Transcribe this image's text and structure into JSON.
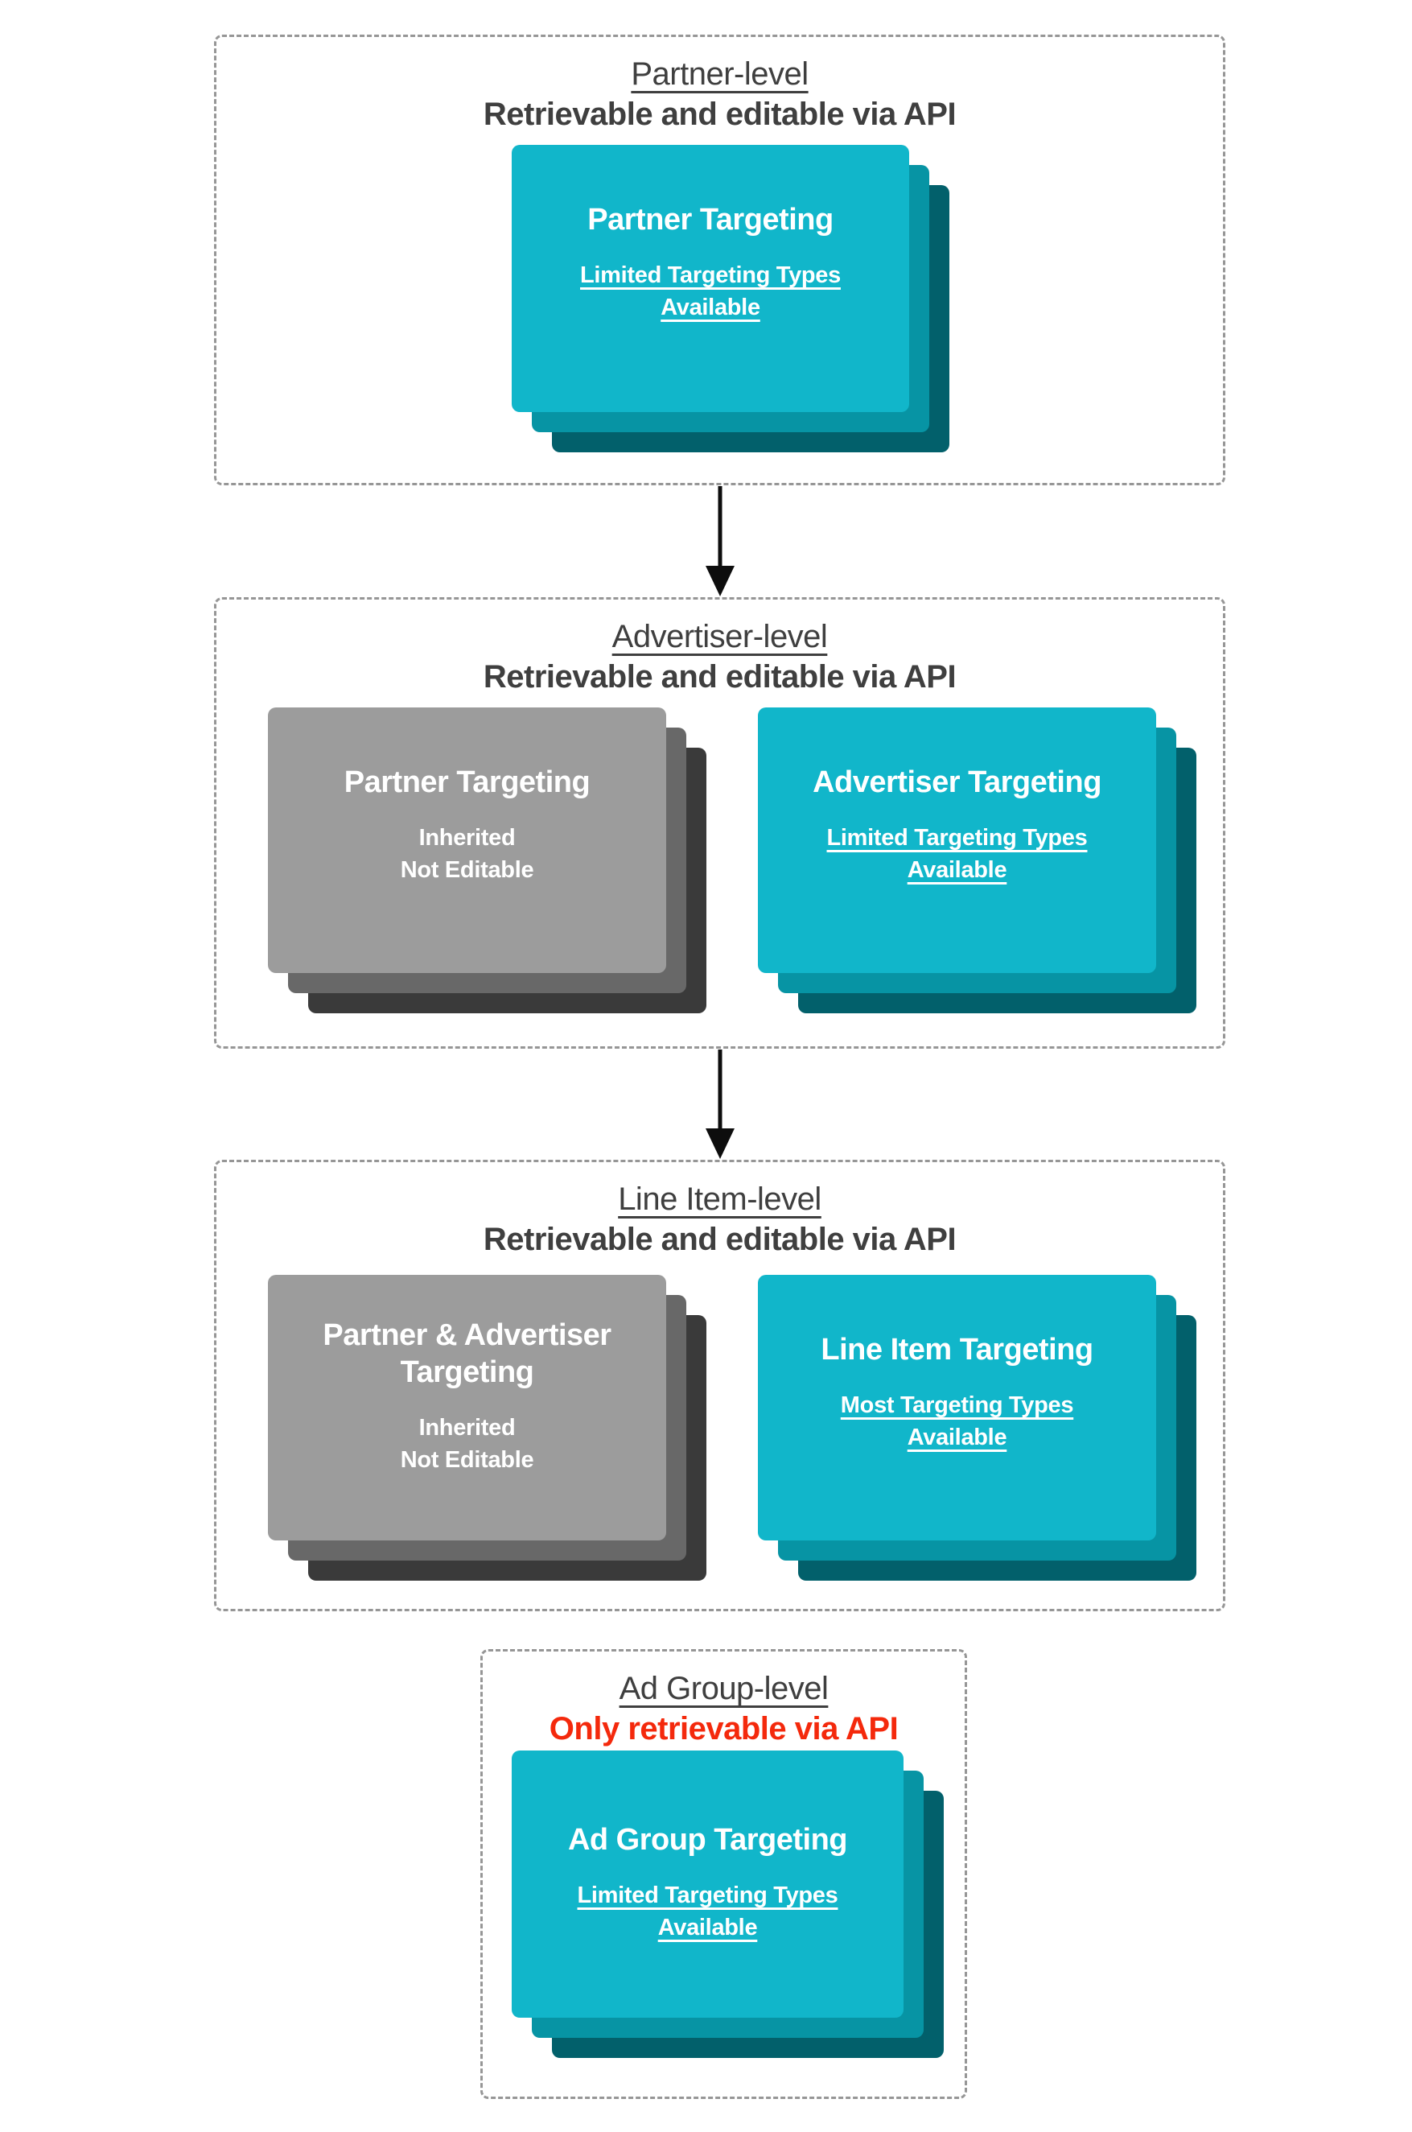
{
  "colors": {
    "cyan": "#11b6ca",
    "teal-mid": "#0794a4",
    "teal-dark": "#02606b",
    "gray-light": "#9c9c9c",
    "gray-mid": "#686868",
    "gray-dark": "#3a3a3a",
    "ink": "#3f3f3f",
    "red": "#f4290c",
    "dash": "#969696",
    "arrow": "#0d0d0d"
  },
  "sections": [
    {
      "id": "partner-level",
      "title": "Partner-level",
      "subtitle": "Retrievable and editable via API",
      "cards": [
        {
          "title": "Partner Targeting",
          "sub": "Limited Targeting Types Available"
        }
      ]
    },
    {
      "id": "advertiser-level",
      "title": "Advertiser-level",
      "subtitle": "Retrievable and editable via API",
      "cards": [
        {
          "title": "Partner Targeting",
          "sub_lines": [
            "Inherited",
            "Not Editable"
          ]
        },
        {
          "title": "Advertiser Targeting",
          "sub": "Limited Targeting Types Available"
        }
      ]
    },
    {
      "id": "line-item-level",
      "title": "Line Item-level",
      "subtitle": "Retrievable and editable via API",
      "cards": [
        {
          "title": "Partner & Advertiser Targeting",
          "sub_lines": [
            "Inherited",
            "Not Editable"
          ]
        },
        {
          "title": "Line Item Targeting",
          "sub": "Most Targeting Types Available"
        }
      ]
    },
    {
      "id": "ad-group-level",
      "title": "Ad Group-level",
      "subtitle": "Only retrievable via API",
      "cards": [
        {
          "title": "Ad Group Targeting",
          "sub": "Limited Targeting Types Available"
        }
      ]
    }
  ]
}
